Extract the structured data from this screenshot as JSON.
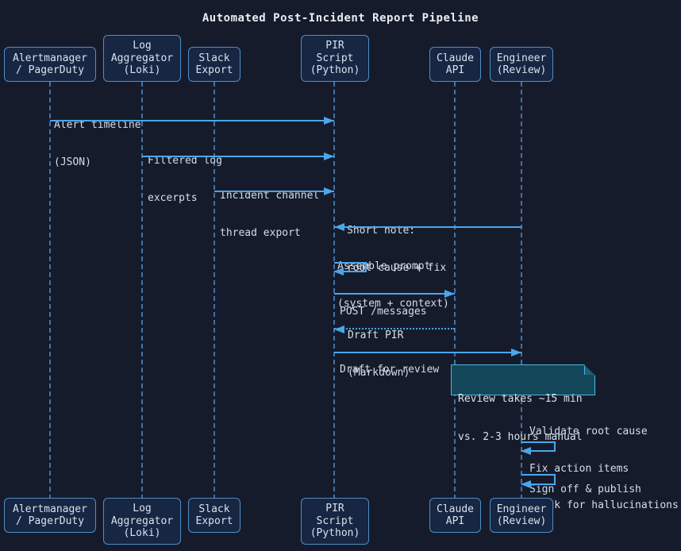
{
  "title": "Automated Post-Incident Report Pipeline",
  "colors": {
    "background": "#161b2b",
    "actor_fill": "#172642",
    "actor_border": "#4e8ec6",
    "arrow": "#4ba6ea",
    "lifeline": "#3f72a8",
    "note_fill": "#134759",
    "note_border": "#49b8e0",
    "text": "#d8e2ee"
  },
  "actors": [
    {
      "id": "alertmanager",
      "lines": [
        "Alertmanager",
        "/ PagerDuty"
      ]
    },
    {
      "id": "log-aggregator",
      "lines": [
        "Log",
        "Aggregator",
        "(Loki)"
      ]
    },
    {
      "id": "slack-export",
      "lines": [
        "Slack",
        "Export"
      ]
    },
    {
      "id": "pir-script",
      "lines": [
        "PIR",
        "Script",
        "(Python)"
      ]
    },
    {
      "id": "claude-api",
      "lines": [
        "Claude",
        "API"
      ]
    },
    {
      "id": "engineer",
      "lines": [
        "Engineer",
        "(Review)"
      ]
    }
  ],
  "messages": [
    {
      "from": "alertmanager",
      "to": "pir-script",
      "style": "solid",
      "lines": [
        "Alert timeline",
        "(JSON)"
      ]
    },
    {
      "from": "log-aggregator",
      "to": "pir-script",
      "style": "solid",
      "lines": [
        "Filtered log",
        "excerpts"
      ]
    },
    {
      "from": "slack-export",
      "to": "pir-script",
      "style": "solid",
      "lines": [
        "Incident channel",
        "thread export"
      ]
    },
    {
      "from": "engineer",
      "to": "pir-script",
      "style": "solid",
      "lines": [
        "Short note:",
        "root cause + fix"
      ]
    },
    {
      "from": "pir-script",
      "to": "pir-script",
      "style": "self",
      "lines": [
        "Assemble prompt",
        "(system + context)"
      ]
    },
    {
      "from": "pir-script",
      "to": "claude-api",
      "style": "solid",
      "lines": [
        "POST /messages"
      ]
    },
    {
      "from": "claude-api",
      "to": "pir-script",
      "style": "dotted",
      "lines": [
        "Draft PIR",
        "(Markdown)"
      ]
    },
    {
      "from": "pir-script",
      "to": "engineer",
      "style": "solid",
      "lines": [
        "Draft for review"
      ]
    },
    {
      "from": "engineer",
      "to": "engineer",
      "style": "self",
      "lines": [
        "Validate root cause",
        "Fix action items",
        "Check for hallucinations"
      ]
    },
    {
      "from": "engineer",
      "to": "engineer",
      "style": "self",
      "lines": [
        "Sign off & publish"
      ]
    }
  ],
  "note": {
    "attached_to": "engineer",
    "lines": [
      "Review takes ~15 min",
      "vs. 2-3 hours manual"
    ]
  }
}
